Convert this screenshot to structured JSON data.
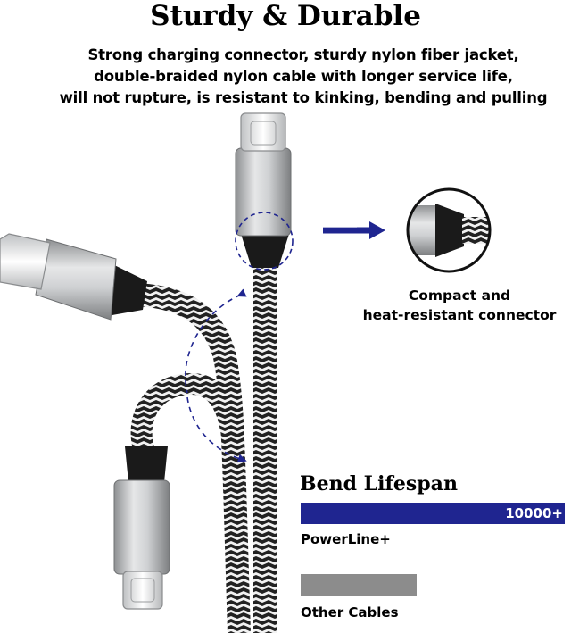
{
  "header": {
    "title": "Sturdy & Durable",
    "subtitle_lines": [
      "Strong charging connector, sturdy nylon fiber jacket,",
      "double-braided nylon cable with longer service life,",
      "will not rupture, is resistant to kinking, bending and pulling"
    ]
  },
  "callout": {
    "caption_lines": [
      "Compact and",
      "heat-resistant connector"
    ]
  },
  "bend_lifespan": {
    "title": "Bend Lifespan",
    "bars": [
      {
        "label": "PowerLine+",
        "value_text": "10000+",
        "color": "#1f2590",
        "relative_length": 1.0
      },
      {
        "label": "Other Cables",
        "value_text": "",
        "color": "#8c8c8c",
        "relative_length": 0.44
      }
    ]
  },
  "colors": {
    "accent": "#1f2590",
    "connector_silver": "#c8cacc",
    "boot_black": "#1a1a1a",
    "braid_dark": "#222222",
    "braid_light": "#f2f2f2"
  }
}
